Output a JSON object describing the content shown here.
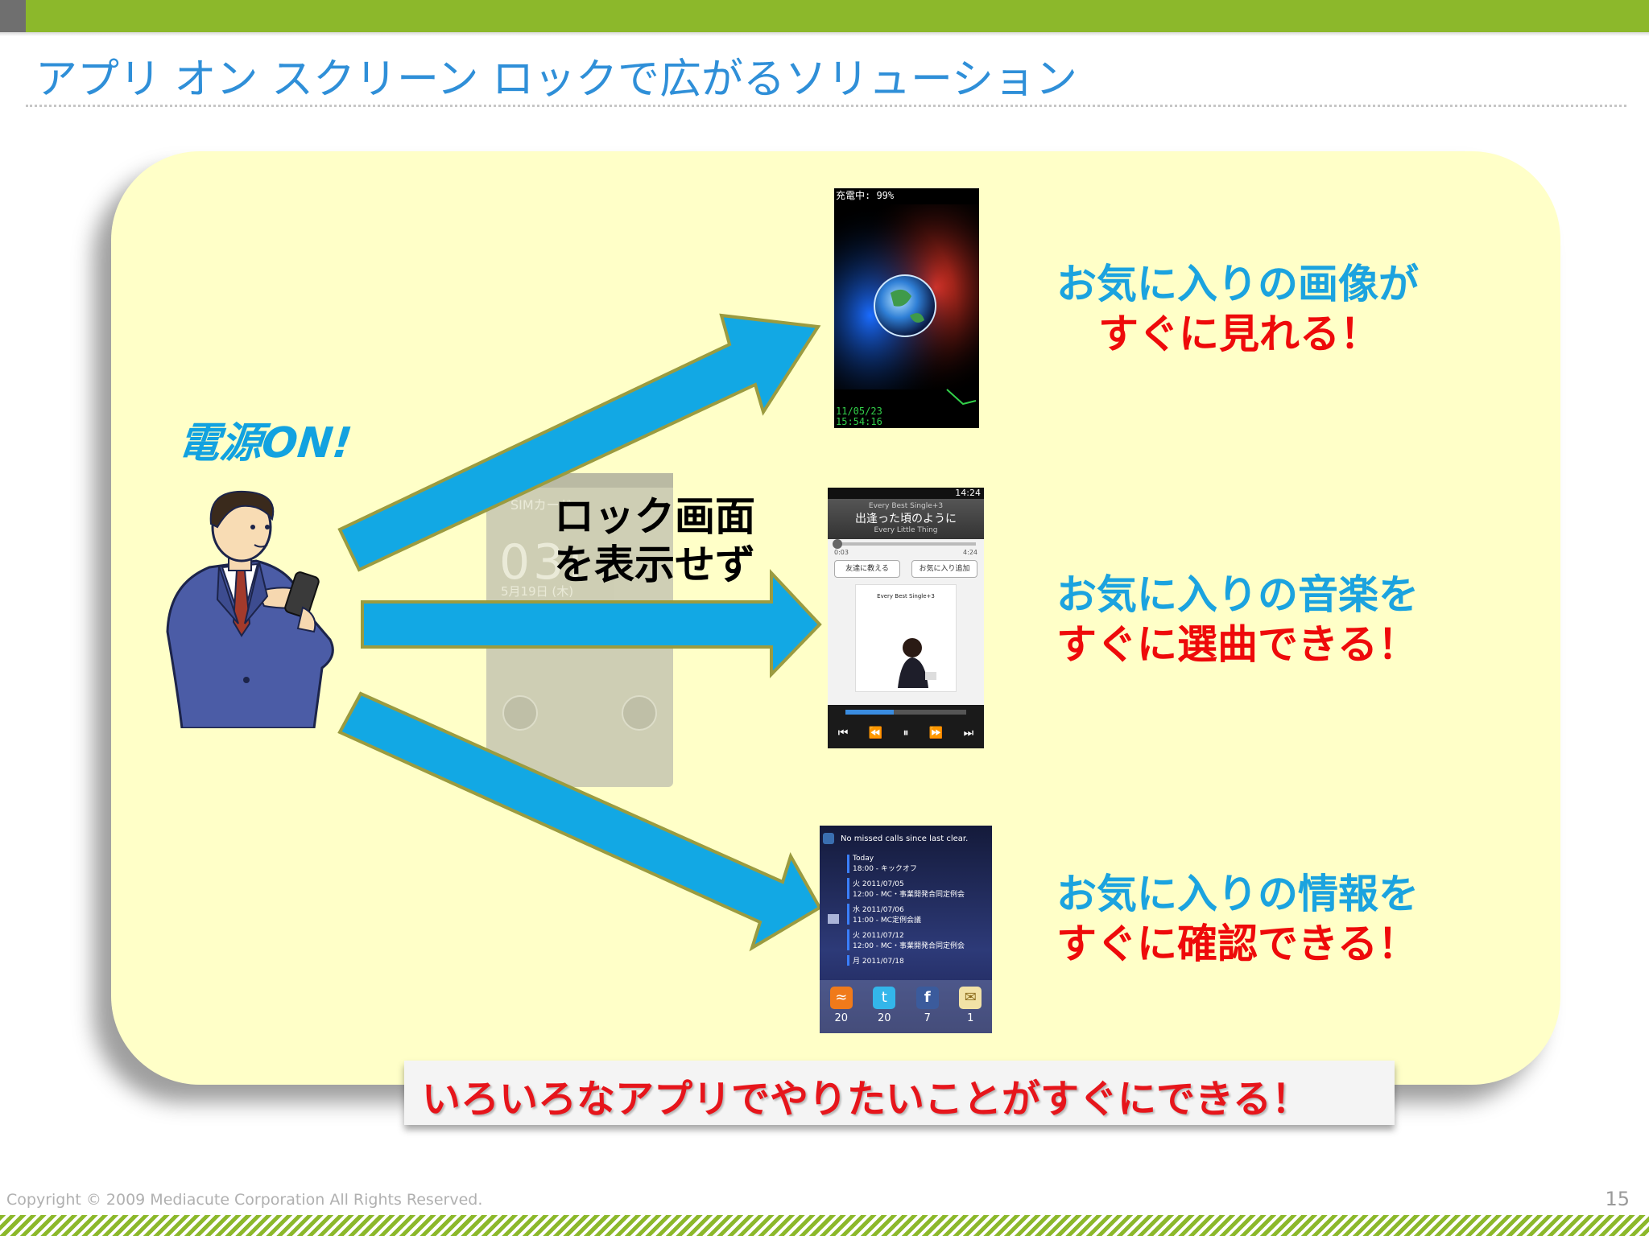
{
  "slide": {
    "title": "アプリ オン スクリーン ロックで広がるソリューション",
    "power_on": "電源ON!",
    "lock_text_line1": "ロック画面",
    "lock_text_line2": "を表示せず",
    "captions": [
      {
        "line1": "お気に入りの画像が",
        "line2": "すぐに見れる！"
      },
      {
        "line1": "お気に入りの音楽を",
        "line2": "すぐに選曲できる！"
      },
      {
        "line1": "お気に入りの情報を",
        "line2": "すぐに確認できる！"
      }
    ],
    "banner": "いろいろなアプリでやりたいことがすぐにできる！",
    "copyright": "Copyright © 2009 Mediacute Corporation All Rights Reserved.",
    "page_number": "15"
  },
  "lockscreen": {
    "carrier": "SIMカード",
    "time": "03:",
    "date": "5月19日 (木)"
  },
  "shot1": {
    "status": "充電中: 99%",
    "date": "11/05/23",
    "time": "15:54:16"
  },
  "shot2": {
    "clock": "14:24",
    "album": "Every Best Single+3",
    "song": "出逢った頃のように",
    "artist": "Every Little Thing",
    "elapsed": "0:03",
    "total": "4:24",
    "btn_share": "友達に教える",
    "btn_fav": "お気に入り追加",
    "cover_title": "Every Best Single+3"
  },
  "shot3": {
    "missed": "No missed calls since last clear.",
    "events": [
      {
        "date": "Today",
        "desc": "18:00 - キックオフ"
      },
      {
        "date": "火 2011/07/05",
        "desc": "12:00 - MC・事業開発合同定例会"
      },
      {
        "date": "水 2011/07/06",
        "desc": "11:00 - MC定例会議"
      },
      {
        "date": "火 2011/07/12",
        "desc": "12:00 - MC・事業開発合同定例会"
      },
      {
        "date": "月 2011/07/18",
        "desc": ""
      }
    ],
    "counts": [
      "20",
      "20",
      "7",
      "1"
    ]
  },
  "colors": {
    "accent_green": "#8cb82b",
    "title_blue": "#2f8fd8",
    "arrow_blue": "#12a8e4",
    "panel": "#ffffc8",
    "caption_red": "#ee0a0a"
  }
}
